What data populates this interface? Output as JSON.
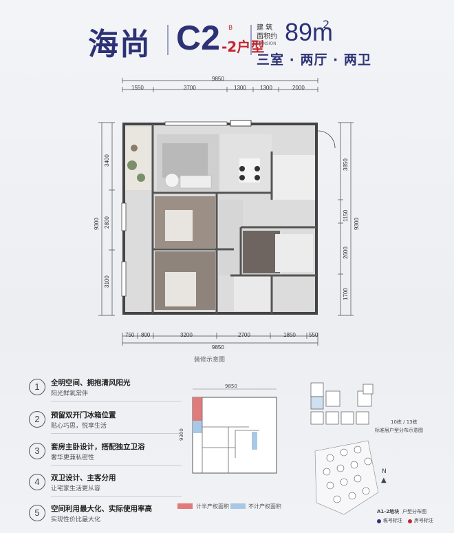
{
  "header": {
    "project": "海尚",
    "model": "C2",
    "model_suffix": "-2户型",
    "model_tag": "B",
    "area_label": "建 筑\n面积约",
    "area_label_en": "MANSION",
    "area_value": "89m",
    "area_unit": "2",
    "layout": "三室 · 两厅 · 两卫"
  },
  "dimensions": {
    "top_total": "9850",
    "top": [
      "1550",
      "3700",
      "1300",
      "1300",
      "2000"
    ],
    "bottom_total": "9850",
    "bottom": [
      "750",
      "800",
      "3200",
      "2700",
      "1850",
      "550"
    ],
    "left_total": "9300",
    "left": [
      "3400",
      "2800",
      "3100"
    ],
    "right_total": "9300",
    "right": [
      "3850",
      "1150",
      "2600",
      "1700"
    ]
  },
  "caption": "装修示意图",
  "features": [
    {
      "num": "1",
      "title": "全明空间、拥抱清风阳光",
      "sub": "阳光鲜氧常伴"
    },
    {
      "num": "2",
      "title": "预留双开门冰箱位置",
      "sub": "贴心巧思，悦享生活"
    },
    {
      "num": "3",
      "title": "套房主卧设计，搭配独立卫浴",
      "sub": "奢华更兼私密性"
    },
    {
      "num": "4",
      "title": "双卫设计、主客分用",
      "sub": "让宅家生活更从容"
    },
    {
      "num": "5",
      "title": "空间利用最大化、实际使用率高",
      "sub": "实现性价比最大化"
    }
  ],
  "mini_plan": {
    "top_dim": "9850",
    "left_dim": "9300"
  },
  "legend": {
    "half_area": "计半产权面积",
    "no_area": "不计产权面积",
    "half_color": "#e07b7b",
    "no_color": "#a9c8e6"
  },
  "building_map": {
    "label": "10栋 / 13栋",
    "sub": "标准层户型分布示意图",
    "north": "N",
    "site_label": "A1-2地块",
    "site_sub": "户型分布图",
    "legend_a": "栋号标注",
    "legend_b": "房号标注"
  },
  "colors": {
    "brand": "#2c3275",
    "accent": "#c0272d"
  }
}
